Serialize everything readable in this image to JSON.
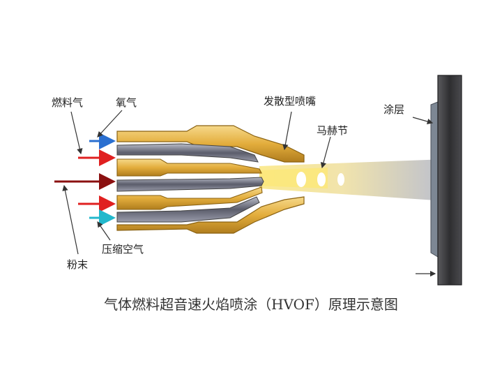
{
  "labels": {
    "fuel_gas": "燃料气",
    "oxygen": "氧气",
    "divergent_nozzle": "发散型喷嘴",
    "mach_diamonds": "马赫节",
    "coating": "涂层",
    "powder": "粉末",
    "compressed_air": "压缩空气"
  },
  "caption": "气体燃料超音速火焰喷涂（HVOF）原理示意图",
  "colors": {
    "nozzle_gold": "#e8b84a",
    "nozzle_dark_gold": "#a7781c",
    "channel_gray": "#6b6b78",
    "oxygen_arrow": "#2a6fd0",
    "fuel_arrow": "#e02020",
    "powder_arrow": "#8b1010",
    "air_arrow": "#22b8cc",
    "substrate": "#3a3a3c",
    "coating_layer": "#7d8794",
    "flame": "#f3df7a"
  }
}
